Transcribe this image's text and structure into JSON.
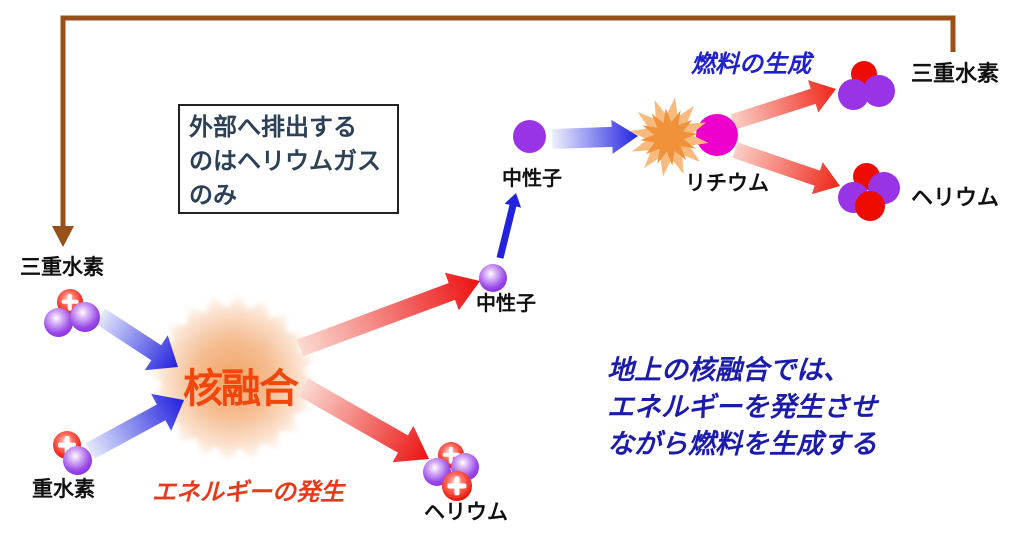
{
  "diagram": {
    "note_box": {
      "line1": "外部へ排出する",
      "line2": "のはヘリウムガス",
      "line3": "のみ"
    },
    "labels": {
      "tritium_left": "三重水素",
      "deuterium": "重水素",
      "fusion": "核融合",
      "neutron_mid": "中性子",
      "helium_bottom": "ヘリウム",
      "neutron_top": "中性子",
      "lithium": "リチウム",
      "tritium_right": "三重水素",
      "helium_right": "ヘリウム"
    },
    "captions": {
      "energy": "エネルギーの発生",
      "fuel": "燃料の生成",
      "ground_line1": "地上の核融合では、",
      "ground_line2": "エネルギーを発生させ",
      "ground_line3": "ながら燃料を生成する"
    },
    "colors": {
      "feedback_line": "#98501a",
      "blue_arrow": "#2020dd",
      "red_arrow": "#ec1111",
      "fusion_text": "#f1470e",
      "energy_caption": "#e8391a",
      "fuel_caption": "#2121cc",
      "ground_caption": "#1c1caa",
      "burst_orange": "#f0923a",
      "lithium_ball": "#ee00cc",
      "proton_ball": "#ee1507",
      "neutron_ball": "#9933e6",
      "note_text": "#2d4156"
    }
  }
}
